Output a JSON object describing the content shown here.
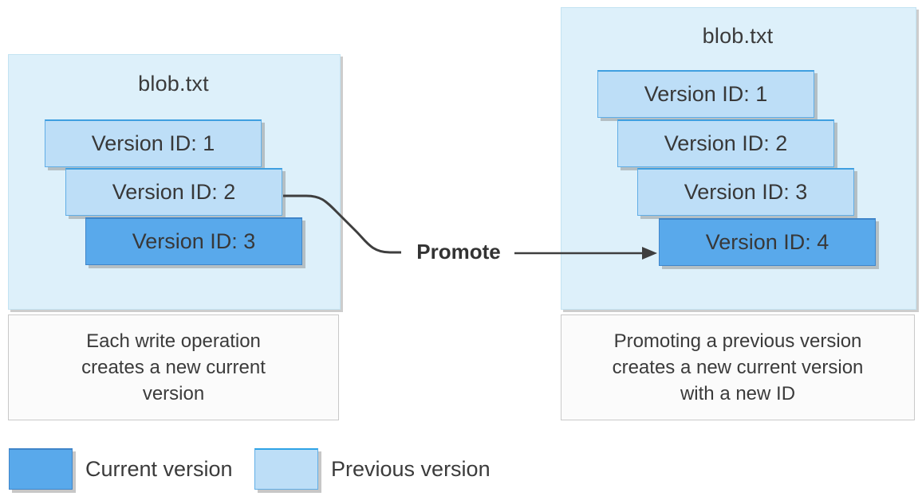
{
  "left_panel": {
    "title": "blob.txt",
    "versions": [
      {
        "label": "Version ID: 1",
        "state": "previous"
      },
      {
        "label": "Version ID: 2",
        "state": "previous"
      },
      {
        "label": "Version ID: 3",
        "state": "current"
      }
    ],
    "caption_lines": [
      "Each write operation",
      "creates a new current",
      "version"
    ]
  },
  "right_panel": {
    "title": "blob.txt",
    "versions": [
      {
        "label": "Version ID: 1",
        "state": "previous"
      },
      {
        "label": "Version ID: 2",
        "state": "previous"
      },
      {
        "label": "Version ID: 3",
        "state": "previous"
      },
      {
        "label": "Version ID: 4",
        "state": "current"
      }
    ],
    "caption_lines": [
      "Promoting a previous version",
      "creates a new current version",
      "with a new ID"
    ]
  },
  "connector": {
    "label": "Promote"
  },
  "legend": {
    "current": {
      "label": "Current version",
      "color": "#59a9eb"
    },
    "previous": {
      "label": "Previous version",
      "color": "#bddef7"
    }
  },
  "colors": {
    "panel_background": "#ddf0fa",
    "current_version_fill": "#59a9eb",
    "previous_version_fill": "#bddef7",
    "caption_background": "#fbfbfb",
    "text": "#3b3b3b",
    "connector_stroke": "#3e3e3e"
  }
}
